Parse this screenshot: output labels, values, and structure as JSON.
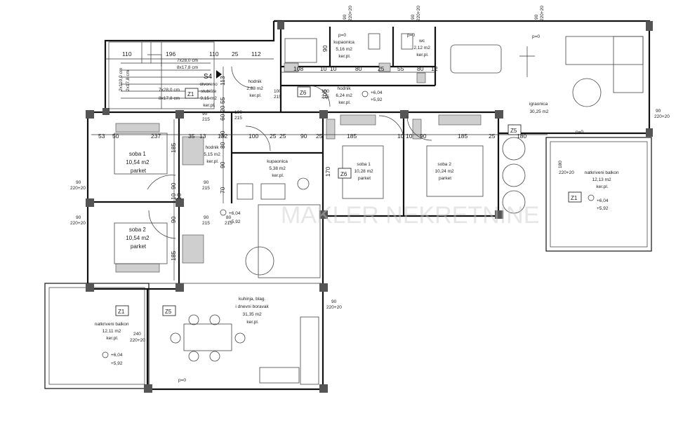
{
  "rooms": [
    {
      "id": "soba1-left",
      "lines": [
        "soba 1",
        "10,54 m2",
        "parket"
      ]
    },
    {
      "id": "soba2-left",
      "lines": [
        "soba 2",
        "10,54 m2",
        "parket"
      ]
    },
    {
      "id": "hodnik-left",
      "lines": [
        "hodnik",
        "5,15 m2",
        "ker.pl."
      ]
    },
    {
      "id": "kupaonica-mid",
      "lines": [
        "kupaonica",
        "5,38 m2",
        "ker.pl."
      ]
    },
    {
      "id": "stubiste",
      "lines": [
        "otvoreno",
        "stubište",
        "9,15 m2",
        "ker.pl."
      ]
    },
    {
      "id": "hodnik-top",
      "lines": [
        "hodnik",
        "2,88 m2",
        "ker.pl."
      ]
    },
    {
      "id": "kupaonica-top",
      "lines": [
        "kupaonica",
        "5,16 m2",
        "ker.pl."
      ]
    },
    {
      "id": "wc",
      "lines": [
        "wc",
        "2,12 m2",
        "ker.pl."
      ]
    },
    {
      "id": "hodnik-right",
      "lines": [
        "hodnik",
        "6,24 m2",
        "ker.pl."
      ]
    },
    {
      "id": "soba1-right",
      "lines": [
        "soba 1",
        "10,28 m2",
        "parket"
      ]
    },
    {
      "id": "soba2-right",
      "lines": [
        "soba 2",
        "10,24 m2",
        "parket"
      ]
    },
    {
      "id": "igraonica",
      "lines": [
        "igraonica",
        "30,25 m2"
      ]
    },
    {
      "id": "balkon-right",
      "lines": [
        "natkriveni balkon",
        "12,13 m2",
        "ker.pl."
      ]
    },
    {
      "id": "balkon-left",
      "lines": [
        "natkriveni balkon",
        "12,11 m2",
        "ker.pl."
      ]
    },
    {
      "id": "kuhinja",
      "lines": [
        "kuhinja, blag.",
        "i dnevni boravak",
        "31,35 m2",
        "ker.pl."
      ]
    }
  ],
  "tags": {
    "s4": "S4",
    "z1_stair": "Z1",
    "z6_top": "Z6",
    "z6_mid": "Z6",
    "z5_right": "Z5",
    "z1_right": "Z1",
    "z1_left": "Z1",
    "z5_left": "Z5"
  },
  "levels": {
    "mid": [
      "+6,04",
      "+5,92"
    ],
    "hall": [
      "+6,04",
      "+5,92"
    ],
    "right": [
      "+6,04",
      "+5,92"
    ],
    "left": [
      "+6,04",
      "+5,92"
    ]
  },
  "dims_top_left": [
    "110",
    "196",
    "110",
    "25",
    "112"
  ],
  "dims_stair": [
    "7x28,0 cm",
    "8x17,8 cm",
    "7x28,0 cm",
    "8x17,8 cm",
    "2x110,0 cm",
    "2x17,8 cm"
  ],
  "dims_row_left": [
    "53",
    "50",
    "237",
    "35",
    "13",
    "132"
  ],
  "dims_row_mid": [
    "100",
    "25",
    "25",
    "90",
    "25"
  ],
  "dims_row_right": [
    "185",
    "10",
    "10",
    "90",
    "185",
    "25",
    "180"
  ],
  "dims_top_row": [
    "108",
    "10",
    "10",
    "80",
    "25",
    "55",
    "80",
    "12"
  ],
  "dims_vertical": [
    "185",
    "90",
    "185",
    "90",
    "10",
    "10",
    "90",
    "80",
    "60",
    "80",
    "170",
    "70",
    "113",
    "20",
    "55",
    "90",
    "100"
  ],
  "openings": [
    {
      "id": "o1",
      "lines": [
        "90",
        "220+20"
      ]
    },
    {
      "id": "o2",
      "lines": [
        "90",
        "220+20"
      ]
    },
    {
      "id": "o3",
      "lines": [
        "90",
        "220+20"
      ]
    },
    {
      "id": "o4",
      "lines": [
        "90",
        "220+20"
      ]
    },
    {
      "id": "o5",
      "lines": [
        "90",
        "220+20"
      ]
    },
    {
      "id": "o6",
      "lines": [
        "90",
        "220+20"
      ]
    },
    {
      "id": "o7",
      "lines": [
        "180",
        "220+20"
      ]
    },
    {
      "id": "o8",
      "lines": [
        "240",
        "220+20"
      ]
    },
    {
      "id": "o9",
      "lines": [
        "90",
        "220+20"
      ]
    },
    {
      "id": "o10",
      "lines": [
        "100",
        "215"
      ]
    },
    {
      "id": "o11",
      "lines": [
        "100",
        "215"
      ]
    },
    {
      "id": "o12",
      "lines": [
        "90",
        "215"
      ]
    },
    {
      "id": "o13",
      "lines": [
        "90",
        "215"
      ]
    },
    {
      "id": "o14",
      "lines": [
        "80",
        "215"
      ]
    },
    {
      "id": "o15",
      "lines": [
        "100",
        "215"
      ]
    },
    {
      "id": "o16",
      "lines": [
        "90",
        "215"
      ]
    }
  ],
  "small_marks": {
    "p0": "p=0"
  },
  "watermark": "MAKLER NEKRETNINE"
}
